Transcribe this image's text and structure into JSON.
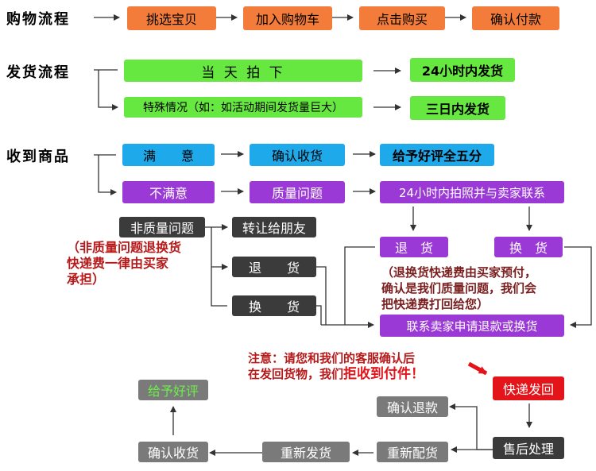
{
  "sections": {
    "purchase": "购物流程",
    "shipping": "发货流程",
    "receive": "收到商品"
  },
  "purchase_flow": [
    "挑选宝贝",
    "加入购物车",
    "点击购买",
    "确认付款"
  ],
  "shipping_flow": {
    "normal": "当 天 拍 下",
    "normal_result": "24小时内发货",
    "special": "特殊情况（如：如活动期间发货量巨大）",
    "special_result": "三日内发货"
  },
  "receive_flow": {
    "satisfied": "满　　意",
    "confirm_receipt": "确认收货",
    "good_review": "给予好评全五分",
    "unsatisfied": "不满意",
    "quality_issue": "质量问题",
    "contact_seller": "24小时内拍照并与卖家联系",
    "return_a": "退　货",
    "exchange_a": "换　货",
    "non_quality": "非质量问题",
    "transfer": "转让给朋友",
    "return_b": "退　　货",
    "exchange_b": "换　　货",
    "apply_refund": "联系卖家申请退款或换货",
    "ship_back": "快递发回",
    "after_sale": "售后处理",
    "confirm_refund": "确认退款",
    "reconfigure": "重新配货",
    "reship": "重新发货",
    "confirm_receipt_2": "确认收货",
    "good_review_2": "给予好评"
  },
  "notes": {
    "non_quality_line1": "（非质量问题退换货",
    "non_quality_line2": "快递费一律由买家",
    "non_quality_line3": "承担）",
    "seller_prepay_line1": "（退换货快递费由买家预付，",
    "seller_prepay_line2": "确认是我们质量问题，我们会",
    "seller_prepay_line3": "把快递费打回给您）",
    "attention_line1": "注意：请您和我们的客服确认后",
    "attention_line2_a": "在发回货物，我们",
    "attention_line2_b": "拒收到付件！"
  },
  "colors": {
    "orange": "#f37c3a",
    "green": "#66e840",
    "blue": "#1ea9ea",
    "purple": "#9b39d6",
    "dark": "#3b3b3b",
    "gray": "#7a7a7a",
    "red": "#e3141a"
  }
}
